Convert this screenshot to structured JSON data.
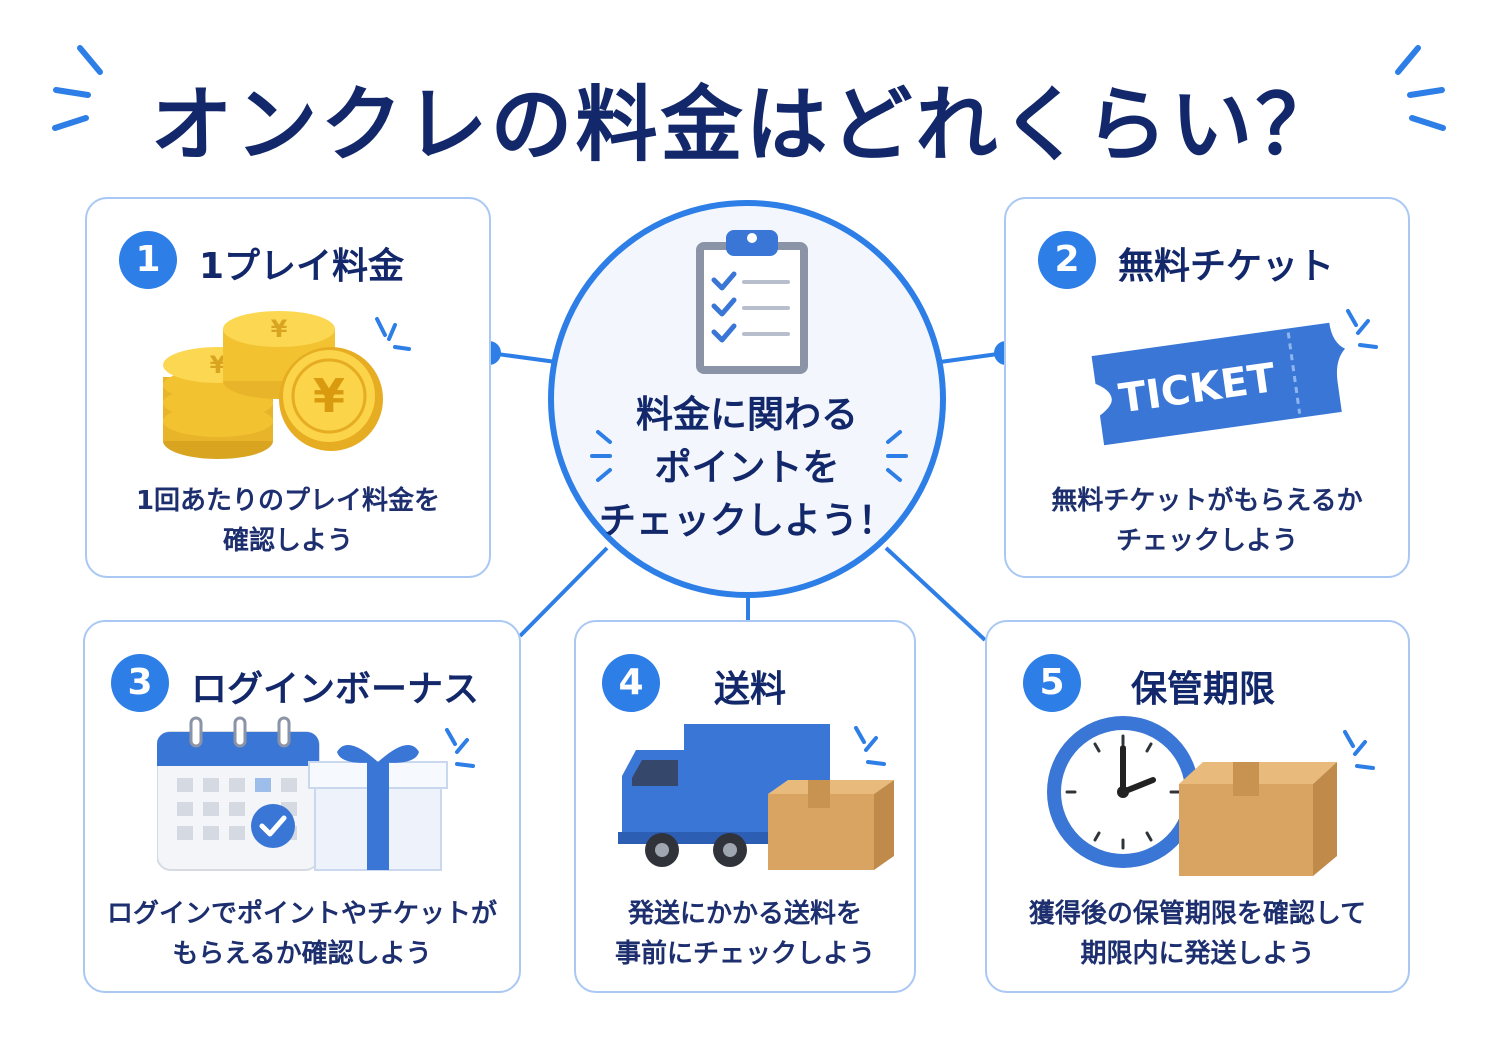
{
  "title": "オンクレの料金はどれくらい？",
  "center": {
    "lines": [
      "料金に関わる",
      "ポイントを",
      "チェックしよう！"
    ],
    "icon": "clipboard-checklist-icon"
  },
  "cards": [
    {
      "number": "1",
      "title": "1プレイ料金",
      "desc": [
        "1回あたりのプレイ料金を",
        "確認しよう"
      ],
      "icon": "yen-coins-icon"
    },
    {
      "number": "2",
      "title": "無料チケット",
      "desc": [
        "無料チケットがもらえるか",
        "チェックしよう"
      ],
      "icon": "ticket-icon",
      "ticket_text": "TICKET"
    },
    {
      "number": "3",
      "title": "ログインボーナス",
      "desc": [
        "ログインでポイントやチケットが",
        "もらえるか確認しよう"
      ],
      "icon": "calendar-gift-icon"
    },
    {
      "number": "4",
      "title": "送料",
      "desc": [
        "発送にかかる送料を",
        "事前にチェックしよう"
      ],
      "icon": "delivery-truck-icon"
    },
    {
      "number": "5",
      "title": "保管期限",
      "desc": [
        "獲得後の保管期限を確認して",
        "期限内に発送しよう"
      ],
      "icon": "clock-box-icon"
    }
  ],
  "colors": {
    "accent": "#2d7ee6",
    "navy": "#13286b",
    "border": "#a9c8f3",
    "gold": "#f2c230"
  }
}
